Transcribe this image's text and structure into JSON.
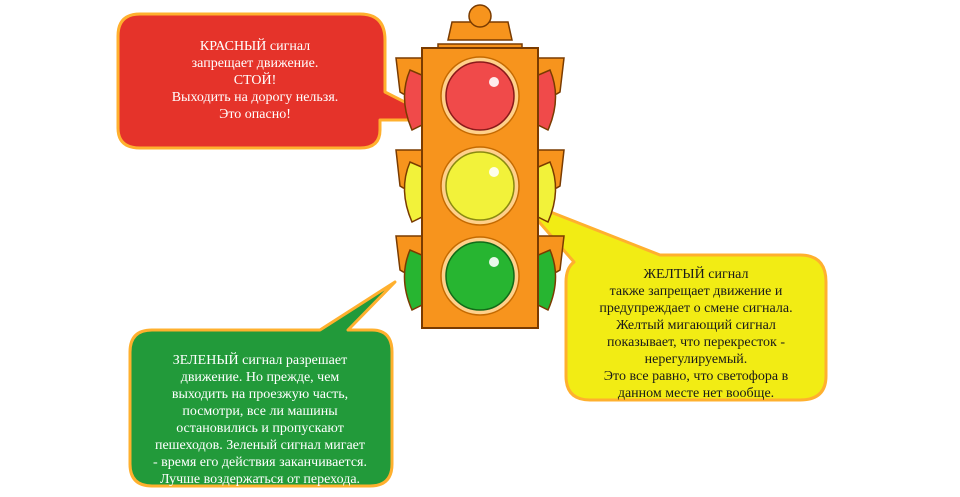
{
  "colors": {
    "housing": "#f7941d",
    "housing_edge": "#7a3b00",
    "red_lamp": "#f04a4a",
    "yellow_lamp": "#f2f23a",
    "green_lamp": "#27b531",
    "red_bubble": "#e5332a",
    "yellow_bubble": "#f2ec14",
    "green_bubble": "#229a3a",
    "bubble_edge": "#ffb02e"
  },
  "bubbles": {
    "red": "КРАСНЫЙ сигнал\nзапрещает движение.\nСТОЙ!\nВыходить на дорогу нельзя.\nЭто опасно!",
    "yellow": "ЖЕЛТЫЙ сигнал\nтакже запрещает движение и\nпредупреждает о смене сигнала.\nЖелтый мигающий сигнал\nпоказывает, что перекресток -\nнерегулируемый.\nЭто все равно, что светофора в\nданном месте нет вообще.",
    "green": "ЗЕЛЕНЫЙ сигнал разрешает\nдвижение. Но прежде, чем\nвыходить на проезжую часть,\nпосмотри, все ли машины\nостановились и пропускают\nпешеходов. Зеленый сигнал мигает\n- время его действия заканчивается.\nЛучше воздержаться от перехода."
  }
}
